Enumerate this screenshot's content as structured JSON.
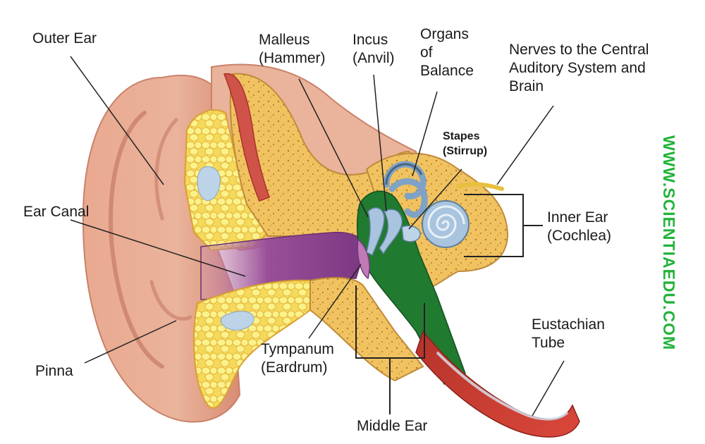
{
  "labels": {
    "outer_ear": "Outer Ear",
    "malleus": [
      "Malleus",
      "(Hammer)"
    ],
    "incus": [
      "Incus",
      "(Anvil)"
    ],
    "organs_of_balance": [
      "Organs",
      "of",
      "Balance"
    ],
    "nerves": [
      "Nerves to the Central",
      "Auditory System and",
      "Brain"
    ],
    "stapes": [
      "Stapes",
      "(Stirrup)"
    ],
    "ear_canal": "Ear Canal",
    "inner_ear": [
      "Inner Ear",
      "(Cochlea)"
    ],
    "eustachian_tube": [
      "Eustachian",
      "Tube"
    ],
    "tympanum": [
      "Tympanum",
      "(Eardrum)"
    ],
    "pinna": "Pinna",
    "middle_ear": "Middle Ear"
  },
  "watermark": "WWW.SCIENTIAEDU.COM",
  "colors": {
    "skin": "#e8a88e",
    "bone": "#f2c566",
    "fat": "#f7ef74",
    "canal": "#8f4a8f",
    "middle_ear_cavity": "#1f7a2f",
    "cochlea": "#9cbddb",
    "tube": "#c0392b",
    "watermark": "#22b33a"
  }
}
